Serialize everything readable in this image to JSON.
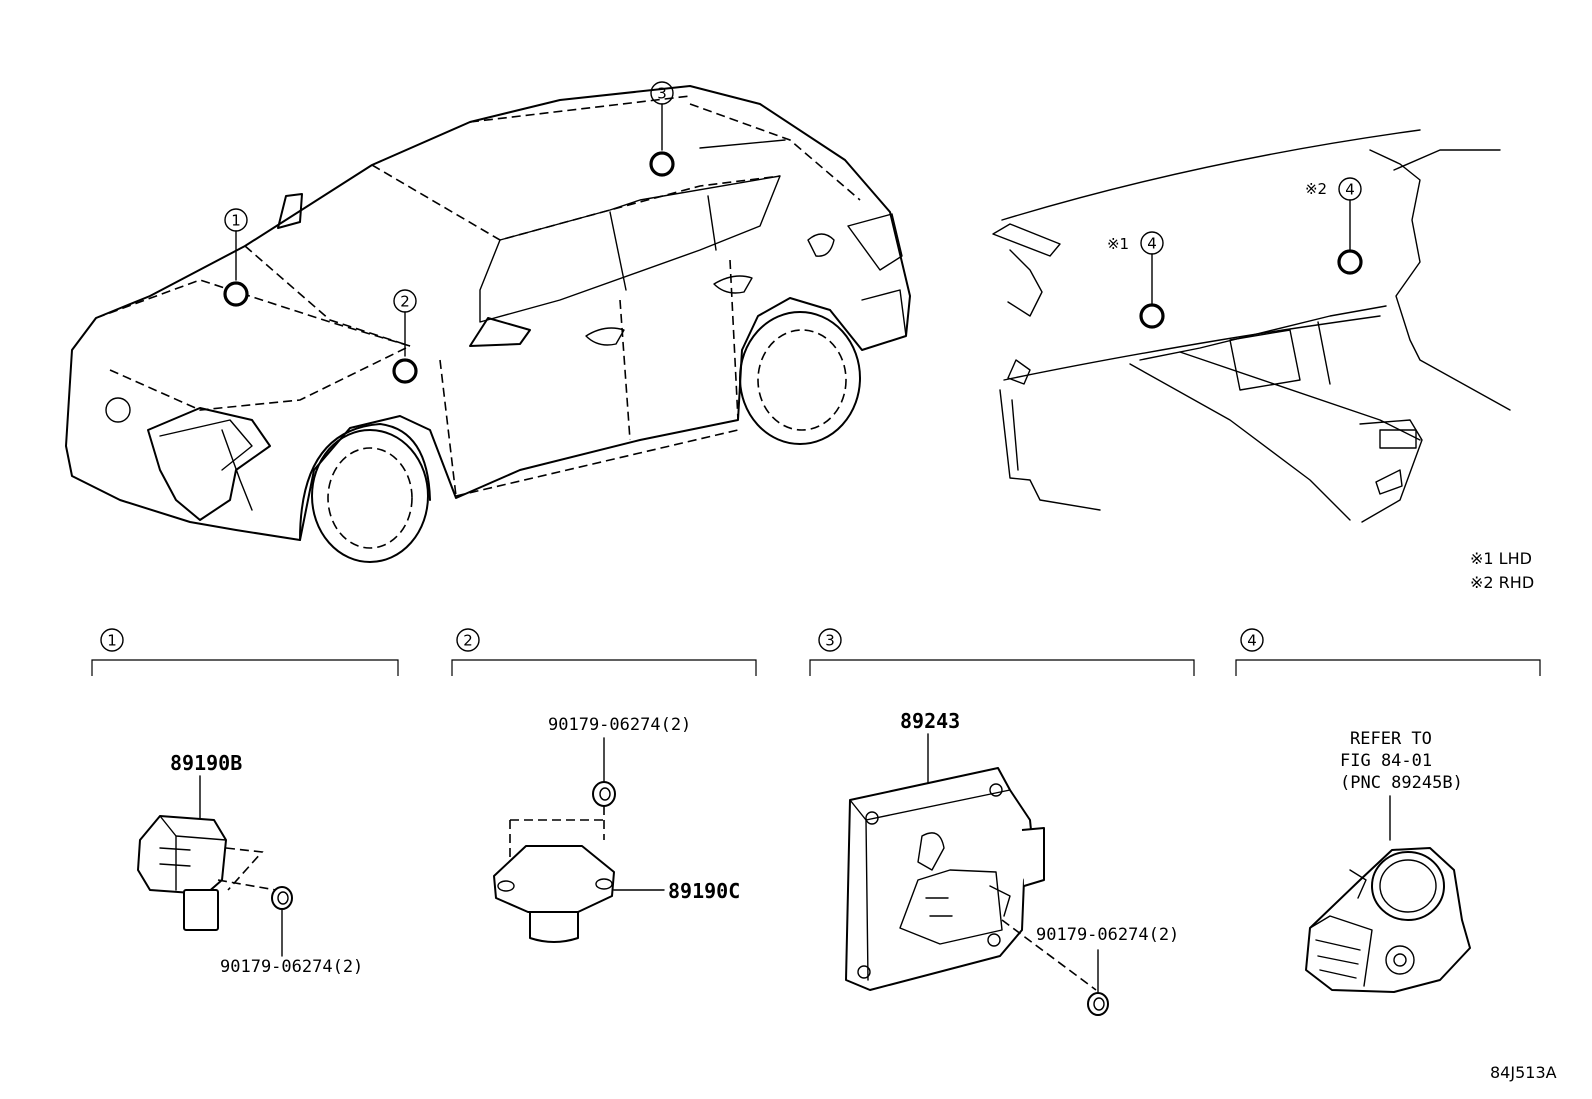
{
  "callouts": {
    "c1": "1",
    "c2": "2",
    "c3": "3",
    "c4": "4"
  },
  "dash": {
    "mark1": "※1",
    "mark2": "※2"
  },
  "notes": {
    "lhd": "※1 LHD",
    "rhd": "※2 RHD"
  },
  "sections": [
    {
      "num": "1"
    },
    {
      "num": "2"
    },
    {
      "num": "3"
    },
    {
      "num": "4"
    }
  ],
  "parts": {
    "sensor_front_left": "89190B",
    "bolt_1": "90179-06274(2)",
    "bolt_2": "90179-06274(2)",
    "sensor_front_center": "89190C",
    "airbag_ecu": "89243",
    "bolt_3": "90179-06274(2)",
    "refer_line1": "REFER TO",
    "refer_line2": "FIG 84-01",
    "refer_line3": "(PNC 89245B)"
  },
  "figure_code": "84J513A"
}
